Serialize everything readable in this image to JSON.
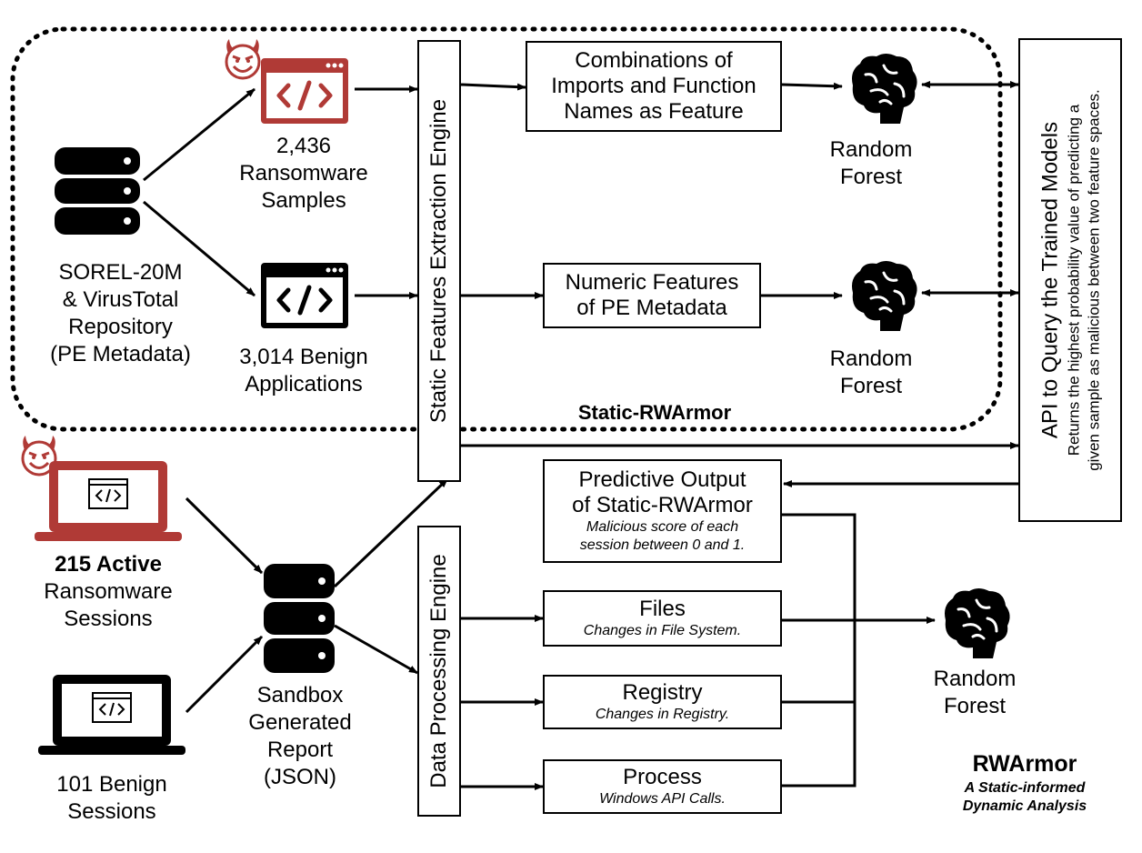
{
  "dataset": {
    "lines": [
      "SOREL-20M",
      "& VirusTotal",
      "Repository",
      "(PE Metadata)"
    ]
  },
  "ransomware_samples": {
    "lines": [
      "2,436",
      "Ransomware",
      "Samples"
    ]
  },
  "benign_apps": {
    "lines": [
      "3,014 Benign",
      "Applications"
    ]
  },
  "static_engine": {
    "label": "Static Features Extraction Engine"
  },
  "combo_features": {
    "lines": [
      "Combinations of",
      "Imports and Function",
      "Names as Feature"
    ]
  },
  "numeric_features": {
    "lines": [
      "Numeric Features",
      "of PE Metadata"
    ]
  },
  "rf1": {
    "lines": [
      "Random",
      "Forest"
    ]
  },
  "rf2": {
    "lines": [
      "Random",
      "Forest"
    ]
  },
  "rf3": {
    "lines": [
      "Random",
      "Forest"
    ]
  },
  "static_rwarmor": {
    "label": "Static-RWArmor"
  },
  "api": {
    "title": "API to Query the Trained Models",
    "desc_lines": [
      "Returns the highest probability value of predicting a",
      "given sample as malicious between two feature spaces."
    ]
  },
  "predictive_output": {
    "title_lines": [
      "Predictive Output",
      "of Static-RWArmor"
    ],
    "sub_lines": [
      "Malicious score of each",
      "session between 0 and 1."
    ]
  },
  "active_sessions": {
    "bold_line": "215 Active",
    "lines": [
      "Ransomware",
      "Sessions"
    ]
  },
  "benign_sessions": {
    "lines": [
      "101 Benign",
      "Sessions"
    ]
  },
  "sandbox_report": {
    "lines": [
      "Sandbox",
      "Generated",
      "Report",
      "(JSON)"
    ]
  },
  "data_engine": {
    "label": "Data Processing Engine"
  },
  "files": {
    "title": "Files",
    "sub": "Changes in File System."
  },
  "registry": {
    "title": "Registry",
    "sub": "Changes in Registry."
  },
  "process": {
    "title": "Process",
    "sub": "Windows API Calls."
  },
  "rwarmor": {
    "title": "RWArmor",
    "sub_lines": [
      "A Static-informed",
      "Dynamic Analysis"
    ]
  },
  "colors": {
    "malicious": "#b03a36",
    "ink": "#000000"
  },
  "icons": [
    "devil-icon",
    "code-window-icon",
    "database-icon",
    "brain-icon",
    "laptop-icon"
  ]
}
